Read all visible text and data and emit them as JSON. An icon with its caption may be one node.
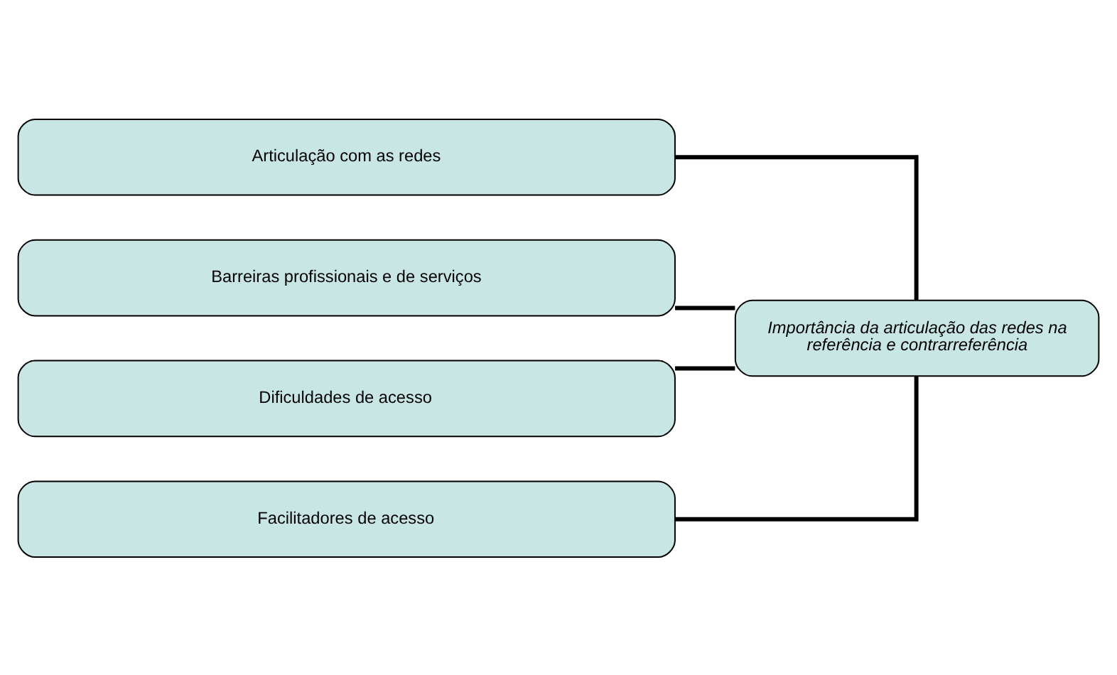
{
  "diagram": {
    "nodes": [
      {
        "text": [
          "Importância da articulação das redes na referência e contrarreferência"
        ]
      },
      {
        "text": [
          "Articulação com as redes"
        ]
      },
      {
        "text": [
          "Barreiras profissionais e de serviços"
        ]
      },
      {
        "text": [
          "Dificuldades de acesso"
        ]
      },
      {
        "text": [
          "Facilitadores de acesso"
        ]
      }
    ],
    "edges": [
      {
        "from": 0,
        "to": 1,
        "arrow": "none"
      },
      {
        "from": 0,
        "to": 2,
        "arrow": "none"
      },
      {
        "from": 0,
        "to": 3,
        "arrow": "none"
      },
      {
        "from": 0,
        "to": 4,
        "arrow": "none"
      }
    ]
  }
}
